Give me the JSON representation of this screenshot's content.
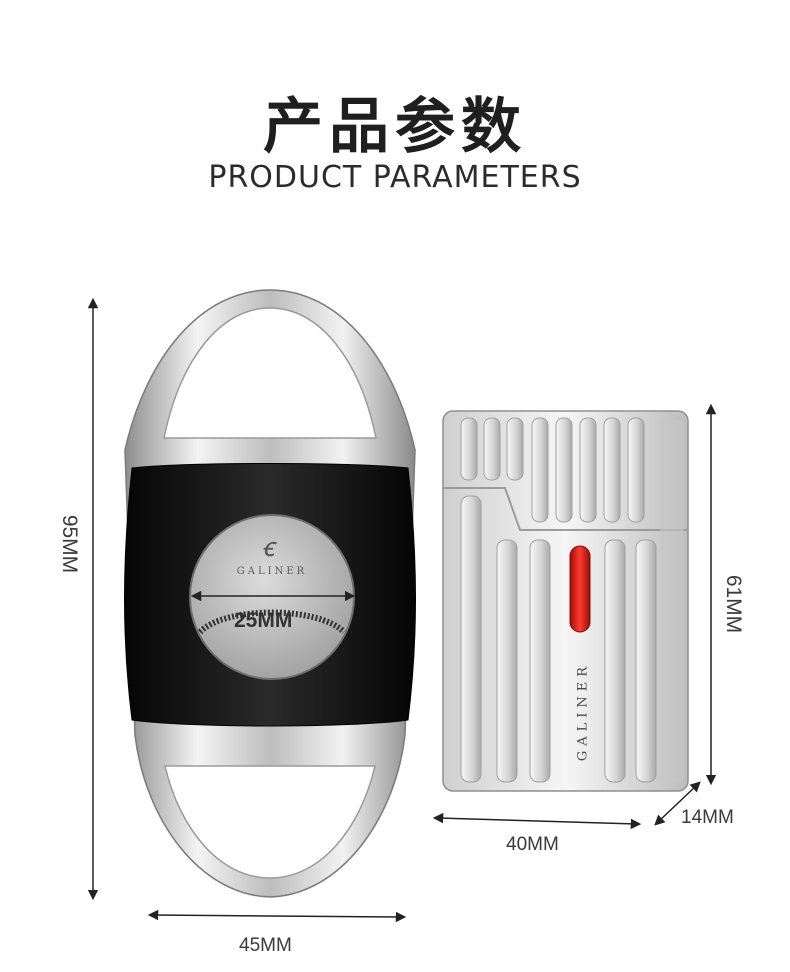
{
  "header": {
    "title_cn": "产品参数",
    "title_en": "PRODUCT PARAMETERS"
  },
  "cutter": {
    "brand": "GALINER",
    "height_label": "95MM",
    "width_label": "45MM",
    "blade_label": "25MM"
  },
  "lighter": {
    "brand": "GALINER",
    "height_label": "61MM",
    "width_label": "40MM",
    "depth_label": "14MM"
  },
  "colors": {
    "metal": "#d9d9d9",
    "black_body": "#111111",
    "accent_red": "#e2231a"
  }
}
